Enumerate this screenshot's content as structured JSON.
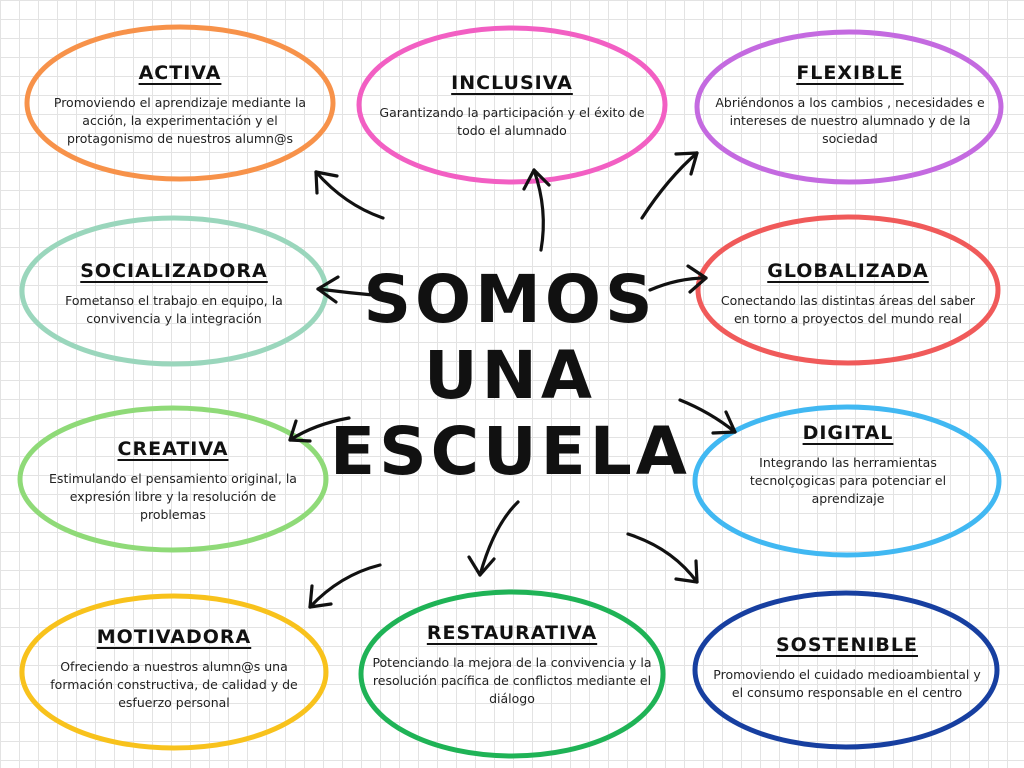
{
  "center": {
    "line1": "SOMOS",
    "line2": "UNA",
    "line3": "ESCUELA"
  },
  "nodes": [
    {
      "id": "activa",
      "title": "ACTIVA",
      "desc": "Promoviendo el aprendizaje mediante la acción, la experimentación y el protagonismo de nuestros alumn@s",
      "color": "#f7924a"
    },
    {
      "id": "inclusiva",
      "title": "INCLUSIVA",
      "desc": "Garantizando la participación  y el éxito de todo el alumnado",
      "color": "#f25fc3"
    },
    {
      "id": "flexible",
      "title": "FLEXIBLE",
      "desc": "Abriéndonos a los cambios , necesidades e intereses de nuestro alumnado y de la sociedad",
      "color": "#c46ae0"
    },
    {
      "id": "socializadora",
      "title": "SOCIALIZADORA",
      "desc": "Fometanso el trabajo en equipo, la convivencia y la integración",
      "color": "#9ad6bc"
    },
    {
      "id": "globalizada",
      "title": "GLOBALIZADA",
      "desc": "Conectando las distintas áreas del saber en torno a proyectos del mundo real",
      "color": "#f05a5a"
    },
    {
      "id": "creativa",
      "title": "CREATIVA",
      "desc": "Estimulando el pensamiento original, la expresión libre y la resolución de problemas",
      "color": "#8fda78"
    },
    {
      "id": "digital",
      "title": "DIGITAL",
      "desc": "Integrando las herramientas tecnolçogicas para potenciar el aprendizaje",
      "color": "#41b8f2"
    },
    {
      "id": "motivadora",
      "title": "MOTIVADORA",
      "desc": "Ofreciendo a nuestros alumn@s una formación constructiva, de calidad y de esfuerzo personal",
      "color": "#f8c21c"
    },
    {
      "id": "restaurativa",
      "title": "RESTAURATIVA",
      "desc": "Potenciando la mejora de la convivencia y la resolución pacífica de conflictos mediante el diálogo",
      "color": "#1fb356"
    },
    {
      "id": "sostenible",
      "title": "SOSTENIBLE",
      "desc": "Promoviendo el  cuidado medioambiental y el consumo responsable en el centro",
      "color": "#173fa0"
    }
  ]
}
